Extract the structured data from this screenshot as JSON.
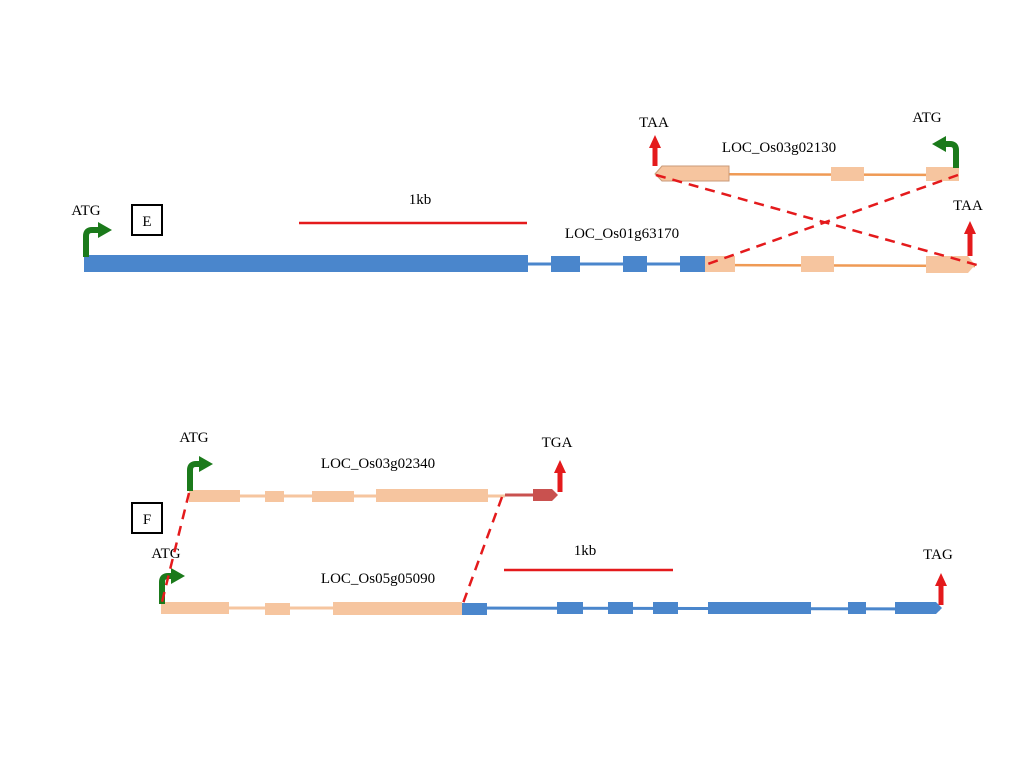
{
  "colors": {
    "blue": "#4a86cc",
    "peach": "#f6c59f",
    "peach_line": "#f0a878",
    "orange_intron": "#ef9a55",
    "red": "#e41a1c",
    "dark_red": "#c9514f",
    "green": "#1b7a1b"
  },
  "panel_e": {
    "label": "E",
    "scale_label": "1kb",
    "gene_main_name": "LOC_Os01g63170",
    "gene_upper_name": "LOC_Os03g02130",
    "main_start_codon": "ATG",
    "main_stop_codon": "TAA",
    "upper_start_codon": "ATG",
    "upper_stop_codon": "TAA"
  },
  "panel_f": {
    "label": "F",
    "scale_label": "1kb",
    "gene_upper_name": "LOC_Os03g02340",
    "gene_lower_name": "LOC_Os05g05090",
    "upper_start_codon": "ATG",
    "upper_stop_codon": "TGA",
    "lower_start_codon": "ATG",
    "lower_stop_codon": "TAG"
  }
}
